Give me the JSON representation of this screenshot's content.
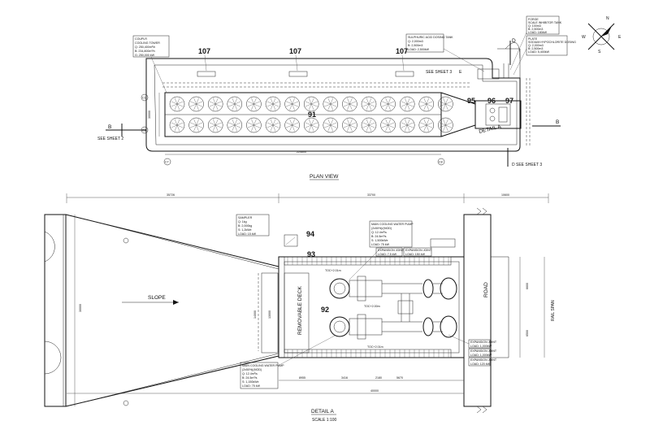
{
  "plan_view": {
    "title": "PLAN VIEW",
    "tower_label": [
      "COUPLR",
      "COOLING TOWER",
      "Q: 250,400m³/h",
      "B: 234,800m³/h",
      "G: 250,000 kW"
    ],
    "tags_107": [
      "107",
      "107",
      "107"
    ],
    "tag_91": "91",
    "tag_95": "95",
    "tag_96": "96",
    "tag_97": "97",
    "detail_a": "DETAIL A",
    "see_sheet_2": "SEE SHEET 2",
    "see_sheet_3_top": "SEE SHEET 3",
    "see_sheet_3_bottom": "D SEE SHEET 3",
    "section_b_left": "B",
    "section_b_right": "B",
    "section_d_top": "D",
    "section_e": "E",
    "dim_length": "224600",
    "dim_width": "30000",
    "grid_bubbles": [
      "C1",
      "C6",
      "C7",
      "C8"
    ],
    "dosing_label": [
      "SULPHURIC ACID DOSING TANK",
      "Q: 2,000m3",
      "B: 2,500m3",
      "LOAD: 2,500kW"
    ],
    "forge_label": [
      "FORGE",
      "SCALE INHIBITOR TANK",
      "Q: 100m3",
      "B: 2,500m3",
      "LOAD: 180kW"
    ],
    "hypo_label": [
      "PLATE",
      "SODIUM HYPOCHLORITE DOSING",
      "Q: 2,000m3",
      "B: 2,500m3",
      "LOAD: 5,400kW"
    ],
    "compass": [
      "N",
      "E",
      "S",
      "W"
    ]
  },
  "detail_view": {
    "title": "DETAIL A",
    "scale": "SCALE 1:100",
    "slope": "SLOPE",
    "removable_deck": "REMOVABLE DECK",
    "road": "ROAD",
    "rail_span": "RAIL SPAN",
    "tag_94": "94",
    "tag_93": "93",
    "tag_92": "92",
    "dims_top": [
      "35726",
      "33700",
      "10600"
    ],
    "dim_bottom": "40000",
    "dim_left": "30000",
    "dim_deck": "14000",
    "dim_deck2": "13000",
    "dims_right": [
      "6600",
      "6500"
    ],
    "dims_bottom_row": [
      "8955",
      "3416",
      "2180",
      "5670"
    ],
    "sampler_label": [
      "SAMPLER",
      "Q: 1kg",
      "B: 2,000kg",
      "S: 1,2kWe",
      "LOAD: 15 kW"
    ],
    "main_pump_top_label": [
      "MAIN COOLING WATER PUMP",
      "(2x50%)/(MOD)",
      "Q: 12.4m³/s",
      "B: 24.5m³/s",
      "S: 1,500kWe",
      "LOAD: 75 kW"
    ],
    "main_pump_bottom_label": [
      "MAIN COOLING WATER PUMP",
      "(2x50%)(MOD)",
      "Q: 12.4m³/s",
      "B: 24.5m³/s",
      "S: 1,150kWe",
      "LOAD: 75 kW"
    ],
    "expansion_labels": [
      "EXPANSION JOINT",
      "LOAD: 7.5 kW",
      "EXPANSION JOINT",
      "LOAD: 150 kW"
    ],
    "right_labels": [
      "EXPANSION JOINT",
      "LOAD: 1,000kW",
      "EXPANSION JOINT",
      "LOAD: 1,000kW",
      "EXPANSION JOINT",
      "LOAD: 120 kW"
    ],
    "level_top": "TOC+2.01m",
    "level_mid": "TOC+2.00m",
    "level_bottom": "TOC+2.01m"
  }
}
